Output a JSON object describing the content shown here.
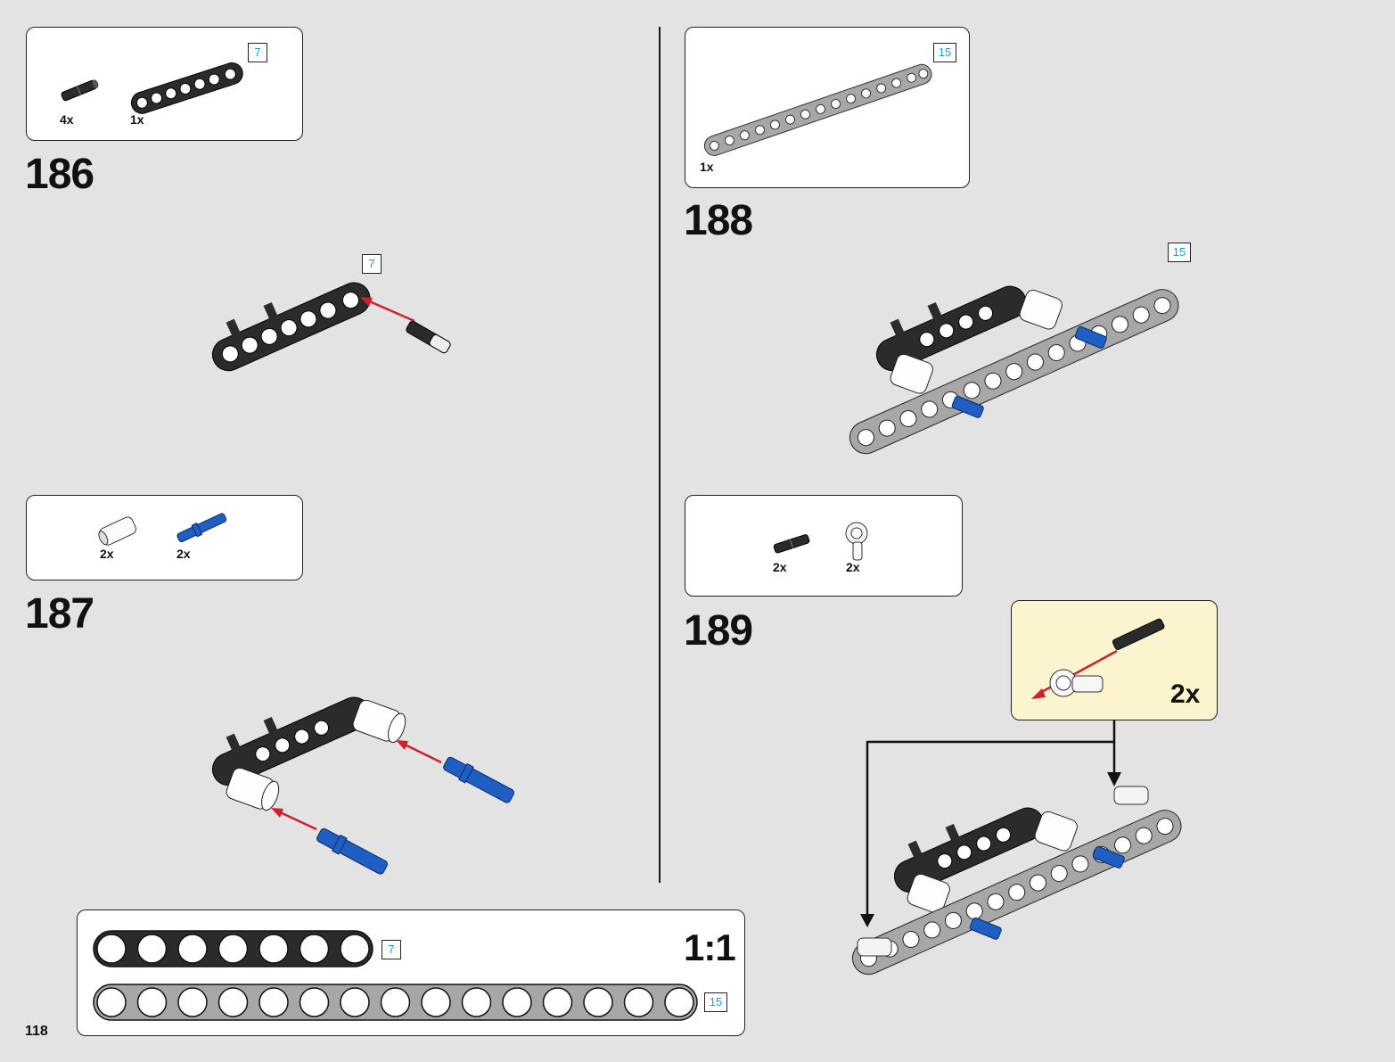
{
  "page": {
    "number": "118"
  },
  "steps": [
    {
      "number": "186",
      "parts": [
        {
          "qty": "4x",
          "part": "black-friction-pin-icon"
        },
        {
          "qty": "1x",
          "part": "black-beam-7-icon",
          "length": "7"
        }
      ],
      "model_length_badge": "7"
    },
    {
      "number": "187",
      "parts": [
        {
          "qty": "2x",
          "part": "white-pin-connector-icon"
        },
        {
          "qty": "2x",
          "part": "blue-long-pin-icon"
        }
      ]
    },
    {
      "number": "188",
      "parts": [
        {
          "qty": "1x",
          "part": "grey-beam-15-icon",
          "length": "15"
        }
      ],
      "model_length_badge": "15"
    },
    {
      "number": "189",
      "parts": [
        {
          "qty": "2x",
          "part": "black-friction-pin-icon"
        },
        {
          "qty": "2x",
          "part": "white-angle-connector-icon"
        }
      ],
      "callout": {
        "qty": "2x"
      }
    }
  ],
  "scale_ruler": {
    "label": "1:1",
    "beams": [
      {
        "length": "7",
        "holes": 7,
        "color": "#2b2b2b"
      },
      {
        "length": "15",
        "holes": 15,
        "color": "#a7a7a7"
      }
    ]
  },
  "colors": {
    "background": "#e3e3e3",
    "black_part": "#2b2b2b",
    "grey_part": "#a7a7a7",
    "blue_part": "#1f5fc4",
    "arrow_red": "#d0202a",
    "badge_text": "#1d9ad6",
    "callout_bg": "#fcf3cf"
  }
}
